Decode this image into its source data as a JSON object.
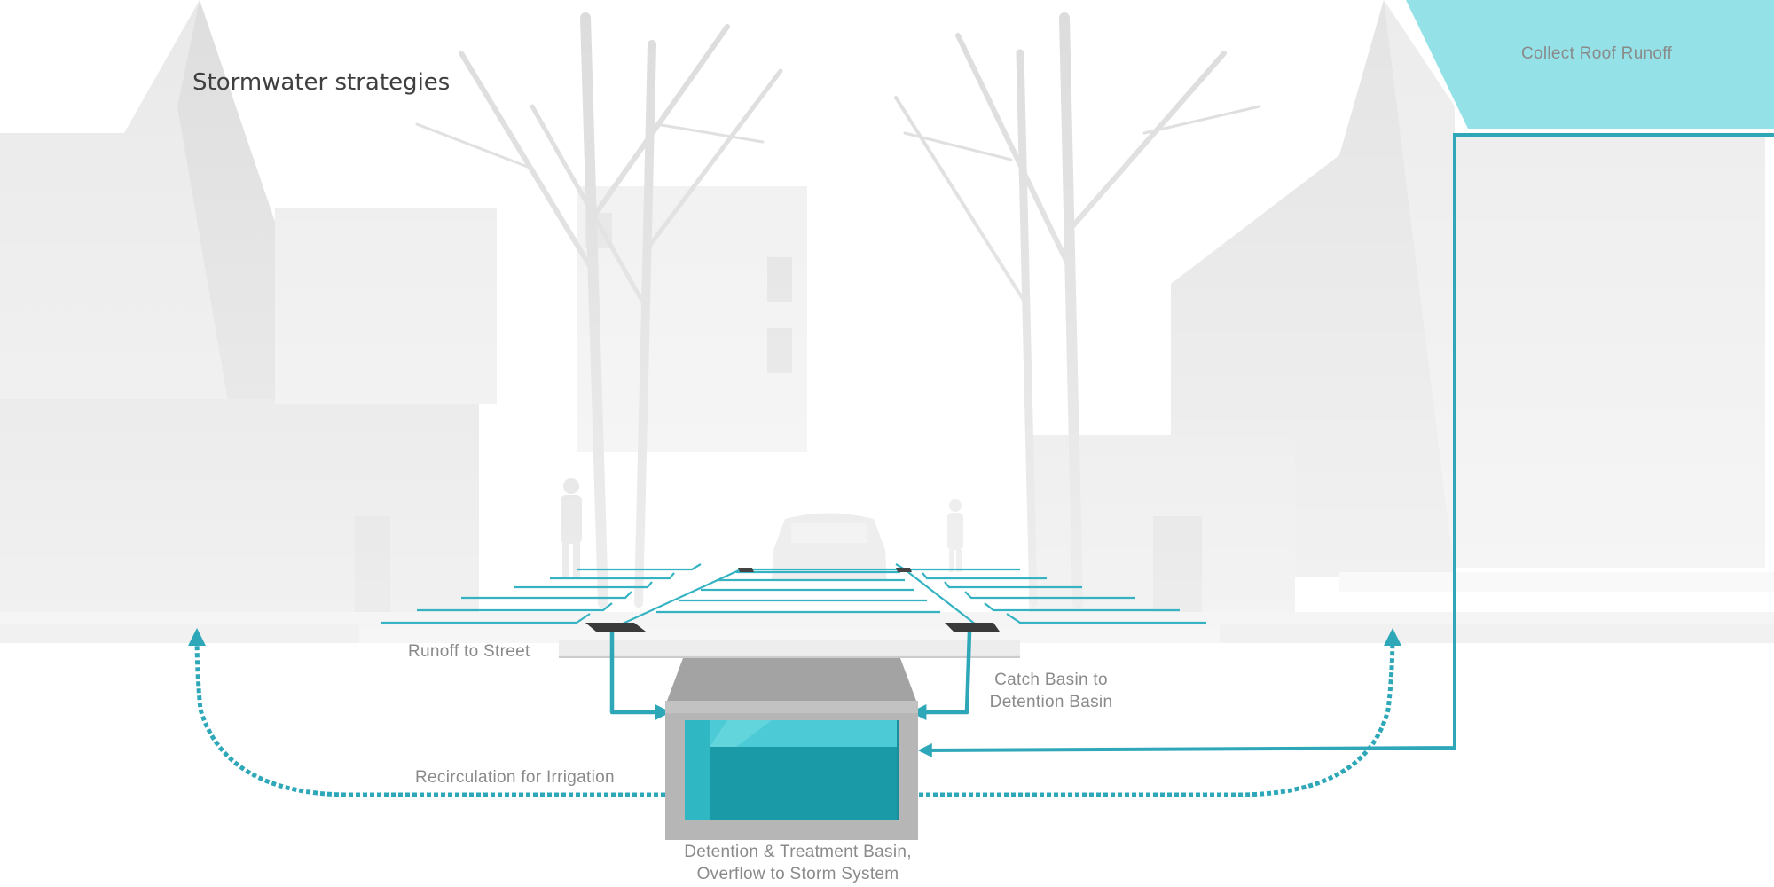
{
  "diagram": {
    "title": "Stormwater strategies",
    "labels": {
      "collect_roof_runoff": "Collect Roof Runoff",
      "runoff_to_street": "Runoff  to Street",
      "catch_basin_line1": "Catch Basin to",
      "catch_basin_line2": "Detention Basin",
      "recirculation": "Recirculation for Irrigation",
      "detention_line1": "Detention & Treatment Basin,",
      "detention_line2": "Overflow  to Storm System"
    },
    "colors": {
      "water": "#1fa2b4",
      "water_light": "#4ccbd6",
      "water_dark": "#178e9b",
      "roof_panel": "#94e2e8",
      "flow_line": "#2ea8b8",
      "basin_frame": "#b4b4b4",
      "basin_lid": "#9e9e9e",
      "ghost_scene": "#e6e6e6"
    },
    "icons": [
      "person-icon",
      "car-icon",
      "tree-icon",
      "catch-basin-grate-icon",
      "arrowhead-icon"
    ]
  }
}
